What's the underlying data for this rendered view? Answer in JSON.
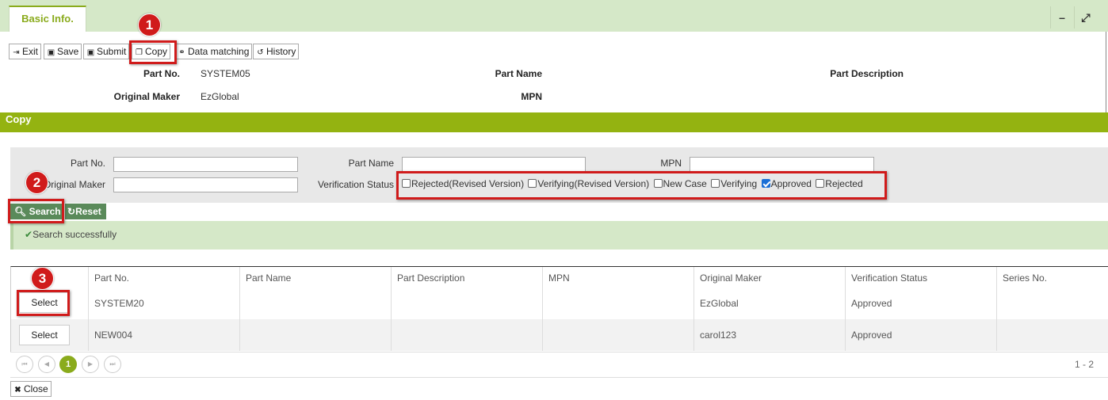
{
  "tab": {
    "label": "Basic Info."
  },
  "window": {
    "minimize": "–",
    "expand": "⤢"
  },
  "toolbar": {
    "exit": "Exit",
    "save": "Save",
    "submit": "Submit",
    "copy": "Copy",
    "data_matching": "Data matching",
    "history": "History"
  },
  "info": {
    "part_no_label": "Part No.",
    "part_no_value": "SYSTEM05",
    "original_maker_label": "Original Maker",
    "original_maker_value": "EzGlobal",
    "part_name_label": "Part Name",
    "mpn_label": "MPN",
    "part_description_label": "Part Description"
  },
  "copy_panel": {
    "title": "Copy"
  },
  "filter": {
    "part_no_label": "Part No.",
    "part_no_value": "",
    "original_maker_label": "Original Maker",
    "original_maker_value": "",
    "part_name_label": "Part Name",
    "part_name_value": "",
    "mpn_label": "MPN",
    "mpn_value": "",
    "verification_status_label": "Verification Status",
    "statuses": [
      {
        "label": "Rejected(Revised Version)",
        "checked": false
      },
      {
        "label": "Verifying(Revised Version)",
        "checked": false
      },
      {
        "label": "New Case",
        "checked": false
      },
      {
        "label": "Verifying",
        "checked": false
      },
      {
        "label": "Approved",
        "checked": true
      },
      {
        "label": "Rejected",
        "checked": false
      }
    ],
    "search_label": "Search",
    "reset_label": "Reset"
  },
  "message": "Search successfully",
  "grid": {
    "columns": [
      "",
      "Part No.",
      "Part Name",
      "Part Description",
      "MPN",
      "Original Maker",
      "Verification Status",
      "Series No."
    ],
    "rows": [
      {
        "action": "Select",
        "part_no": "SYSTEM20",
        "part_name": "",
        "part_description": "",
        "mpn": "",
        "original_maker": "EzGlobal",
        "status": "Approved",
        "series_no": ""
      },
      {
        "action": "Select",
        "part_no": "NEW004",
        "part_name": "",
        "part_description": "",
        "mpn": "",
        "original_maker": "carol123",
        "status": "Approved",
        "series_no": ""
      }
    ]
  },
  "pager": {
    "current_page": "1",
    "range": "1 - 2"
  },
  "footer": {
    "close_label": "Close"
  },
  "annotations": {
    "step1": "1",
    "step2": "2",
    "step3": "3"
  },
  "colors": {
    "accent": "#94b311",
    "highlight": "#d01b1b",
    "tabbar": "#d5e8c8"
  }
}
